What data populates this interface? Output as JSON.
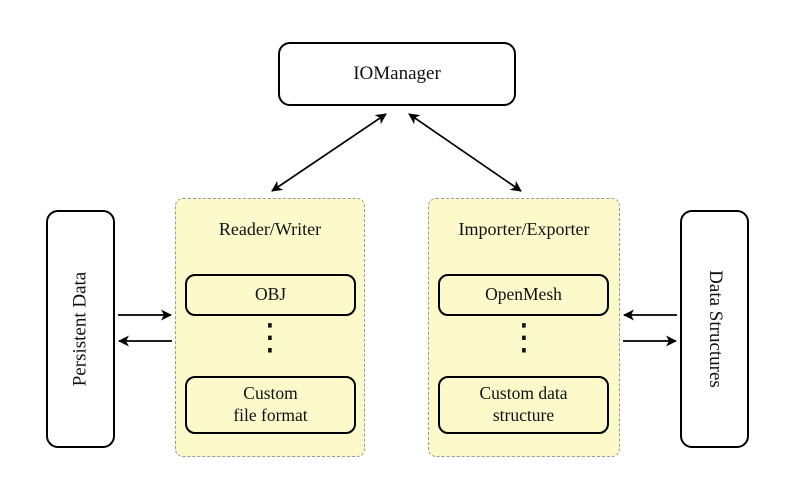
{
  "colors": {
    "panel_fill": "#FCF9CB",
    "panel_border": "#9a9a9a",
    "node_border": "#000000",
    "background": "#ffffff",
    "arrow": "#000000"
  },
  "nodes": {
    "iomanager": "IOManager",
    "persistent_data": "Persistent Data",
    "data_structures": "Data Structures"
  },
  "panels": {
    "reader_writer": {
      "title": "Reader/Writer",
      "items": [
        {
          "label": "OBJ"
        },
        {
          "label": "Custom\nfile format"
        }
      ],
      "ellipsis": "⋮"
    },
    "importer_exporter": {
      "title": "Importer/Exporter",
      "items": [
        {
          "label": "OpenMesh"
        },
        {
          "label": "Custom data\nstructure"
        }
      ],
      "ellipsis": "⋮"
    }
  }
}
